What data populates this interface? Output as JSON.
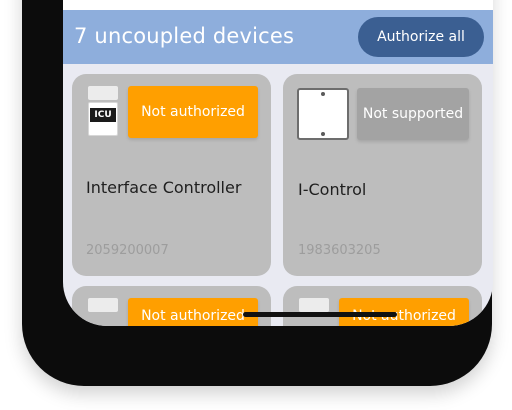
{
  "header": {
    "title": "7 uncoupled devices",
    "authorize_all_label": "Authorize all"
  },
  "devices": [
    {
      "name": "Interface Controller",
      "serial": "2059200007",
      "status": "Not authorized",
      "icon": "icu-device-icon",
      "icon_label": "ICU"
    },
    {
      "name": "I-Control",
      "serial": "1983603205",
      "status": "Not supported",
      "icon": "tablet-device-icon"
    },
    {
      "status": "Not authorized",
      "icon": "icu-device-icon"
    },
    {
      "status": "Not authorized",
      "icon": "icu-device-icon"
    }
  ],
  "colors": {
    "header_bar": "#8eaedc",
    "authorize_button": "#3b5f92",
    "not_authorized": "#ff9f00",
    "not_supported": "#a3a3a3",
    "card_bg": "#bdbdbd"
  }
}
